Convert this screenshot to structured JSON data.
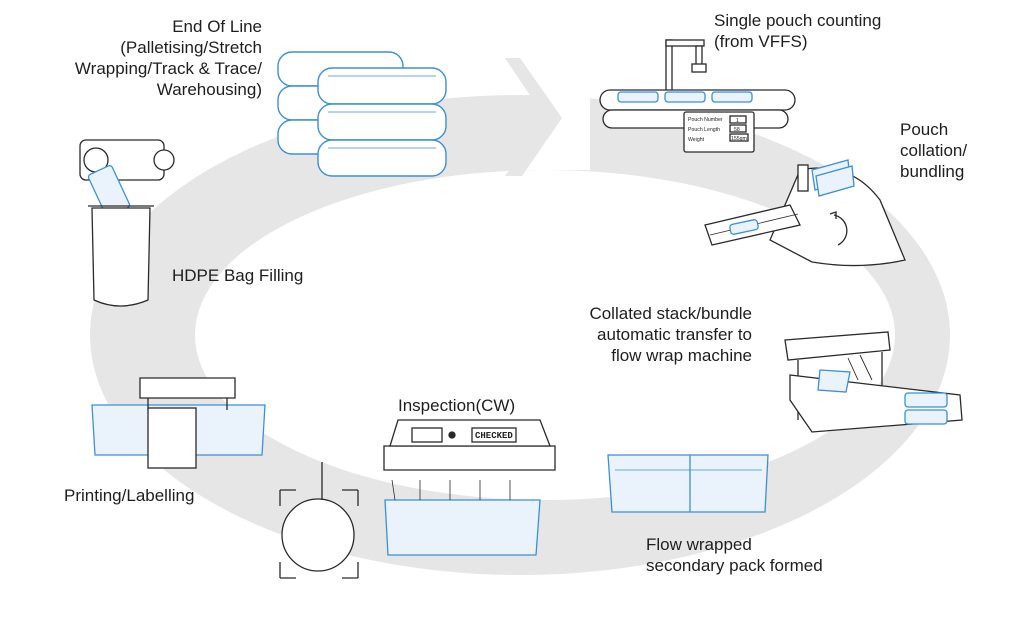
{
  "labels": {
    "end_of_line": [
      "End Of Line",
      "(Palletising/Stretch",
      "Wrapping/Track & Trace/",
      "Warehousing)"
    ],
    "single_pouch": [
      "Single pouch counting",
      "(from VFFS)"
    ],
    "pouch_collation": [
      "Pouch",
      "collation/",
      "bundling"
    ],
    "hdpe": [
      "HDPE Bag Filling"
    ],
    "collated_transfer": [
      "Collated stack/bundle",
      "automatic transfer to",
      "flow wrap machine"
    ],
    "inspection": [
      "Inspection(CW)"
    ],
    "printing": [
      "Printing/Labelling"
    ],
    "flow_wrapped": [
      "Flow wrapped",
      "secondary pack formed"
    ]
  },
  "display": {
    "pouch_number_label": "Pouch Number",
    "pouch_number_value": "1",
    "pouch_length_label": "Pouch Length",
    "pouch_length_value": "58",
    "weight_label": "Weight",
    "weight_value": "155gm",
    "checked_stamp": "CHECKED"
  },
  "colors": {
    "ring": "#e6e6e6",
    "stroke": "#2a2a2a",
    "pouch_blue": "#3d8fd6",
    "pouch_fill": "#eaf3fc"
  }
}
